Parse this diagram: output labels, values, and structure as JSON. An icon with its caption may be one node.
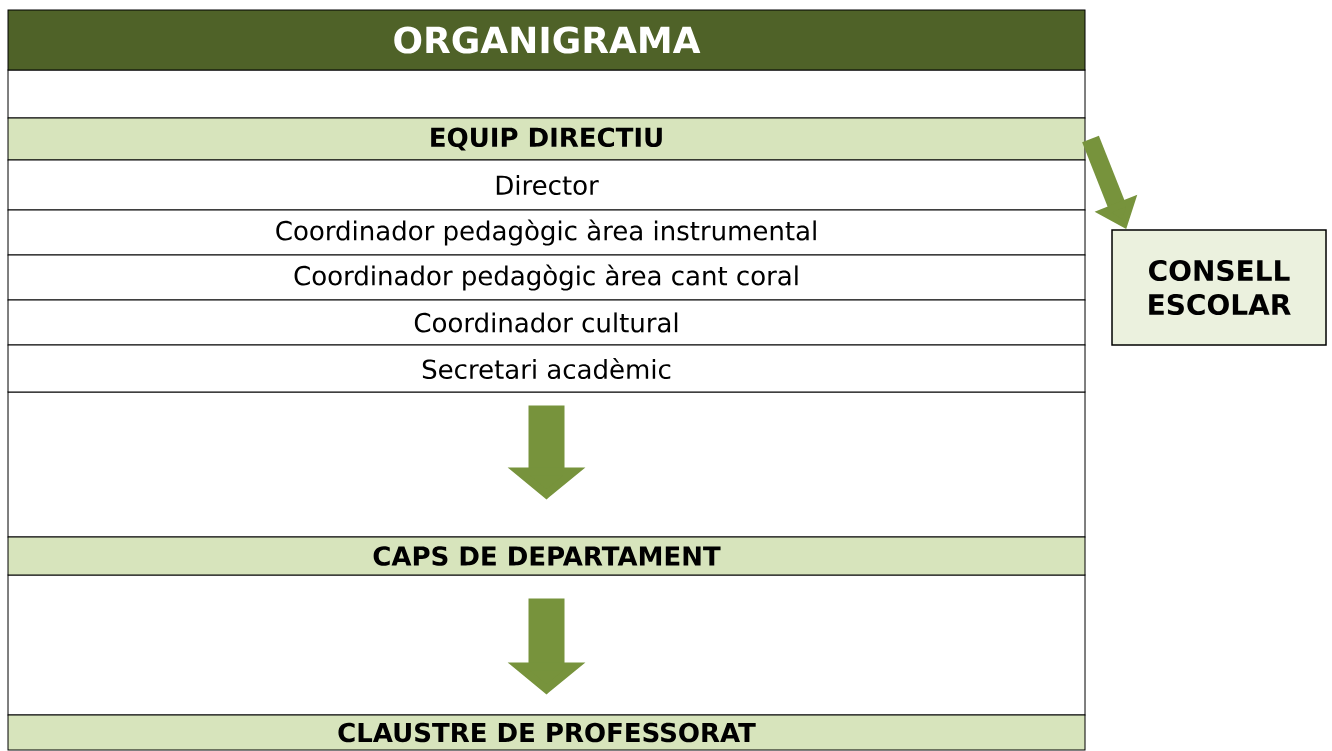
{
  "diagram": {
    "title": "ORGANIGRAMA",
    "nodes": [
      {
        "text": [
          "EQUIP DIRECTIU"
        ]
      },
      {
        "text": [
          "Director"
        ]
      },
      {
        "text": [
          "Coordinador pedagògic àrea instrumental"
        ]
      },
      {
        "text": [
          "Coordinador pedagògic àrea cant coral"
        ]
      },
      {
        "text": [
          "Coordinador cultural"
        ]
      },
      {
        "text": [
          "Secretari acadèmic"
        ]
      },
      {
        "text": [
          "CAPS DE DEPARTAMENT"
        ]
      },
      {
        "text": [
          "CLAUSTRE DE PROFESSORAT"
        ]
      },
      {
        "text": [
          "CONSELL ESCOLAR"
        ]
      }
    ],
    "edges": [
      {
        "from": 0,
        "to": 8,
        "arrow": "to"
      },
      {
        "from": 5,
        "to": 6,
        "arrow": "to"
      },
      {
        "from": 6,
        "to": 7,
        "arrow": "to"
      }
    ]
  }
}
